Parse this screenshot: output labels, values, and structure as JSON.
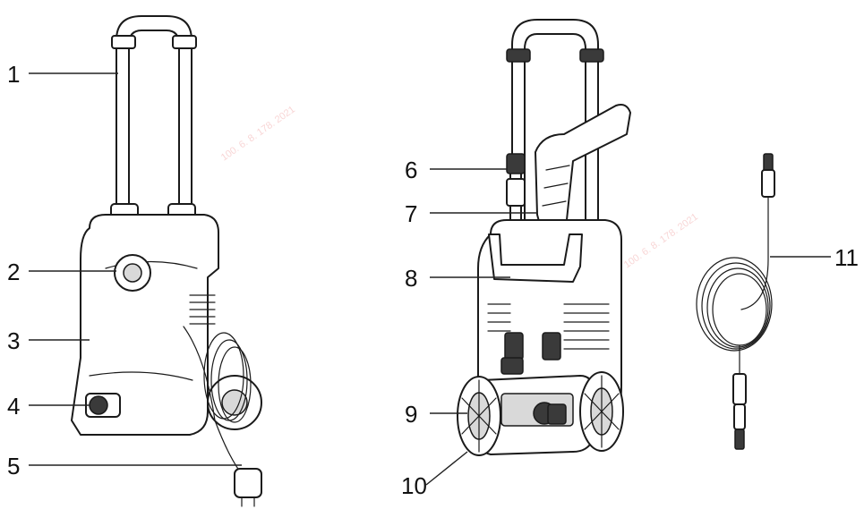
{
  "callouts": [
    {
      "label": "1"
    },
    {
      "label": "2"
    },
    {
      "label": "3"
    },
    {
      "label": "4"
    },
    {
      "label": "5"
    },
    {
      "label": "6"
    },
    {
      "label": "7"
    },
    {
      "label": "8"
    },
    {
      "label": "9"
    },
    {
      "label": "10"
    },
    {
      "label": "11"
    }
  ],
  "watermark": {
    "text": "100. 6. 8. 178. 2021"
  }
}
